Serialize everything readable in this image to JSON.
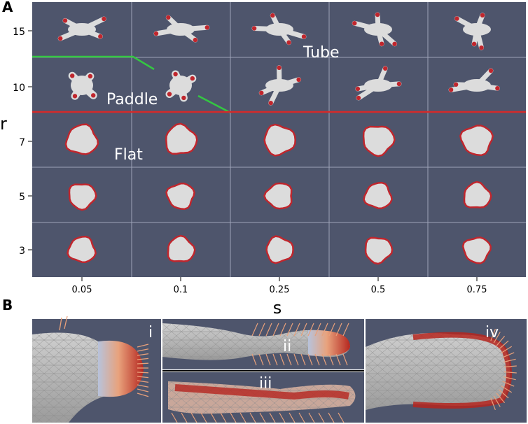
{
  "panel_a": {
    "label": "A",
    "x_axis_label": "s",
    "y_axis_label": "r",
    "x_ticks": [
      "0.05",
      "0.1",
      "0.25",
      "0.5",
      "0.75"
    ],
    "y_ticks": [
      "15",
      "10",
      "7",
      "5",
      "3"
    ],
    "regions": [
      "Tube",
      "Paddle",
      "Flat"
    ],
    "shapes": [
      [
        "tube",
        "tube",
        "tube",
        "tube",
        "tube"
      ],
      [
        "paddle",
        "paddle",
        "tube",
        "tube",
        "tube"
      ],
      [
        "flat",
        "flat",
        "flat",
        "flat",
        "flat"
      ],
      [
        "flat",
        "flat",
        "flat",
        "flat",
        "flat"
      ],
      [
        "flat",
        "flat",
        "flat",
        "flat",
        "flat"
      ]
    ]
  },
  "panel_b": {
    "label": "B",
    "subpanels": [
      "i",
      "ii",
      "iii",
      "iv"
    ]
  },
  "colors": {
    "background": "#4e556c",
    "cell_shape": "#dcdcdc",
    "boundary_red": "#c0262d",
    "green_line": "#34c742",
    "red_line": "#d42a2a",
    "grid_line": "#9ea4b8"
  }
}
